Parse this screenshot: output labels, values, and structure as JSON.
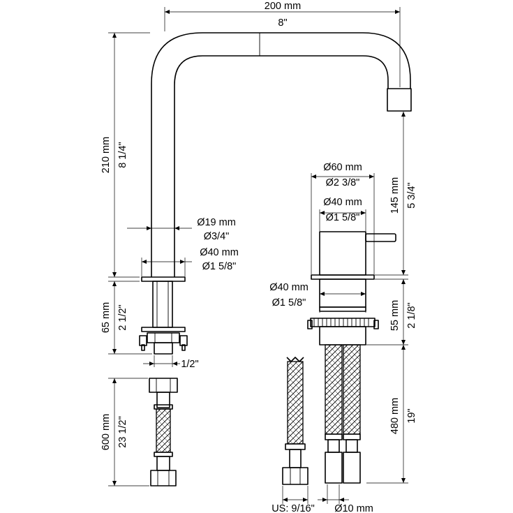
{
  "labels": {
    "overall_width_mm": "200 mm",
    "overall_width_in": "8\"",
    "overall_height_mm": "210 mm",
    "overall_height_in": "8 1/4\"",
    "spout_tube_dia_mm": "Ø19 mm",
    "spout_tube_dia_in": "Ø3/4\"",
    "spout_base_dia_mm": "Ø40 mm",
    "spout_base_dia_in": "Ø1 5/8\"",
    "spout_mount_height_mm": "65 mm",
    "spout_mount_height_in": "2 1/2\"",
    "spout_thread": "1/2\"",
    "hose_length_left_mm": "600 mm",
    "hose_length_left_in": "23 1/2\"",
    "mixer_flange_dia_mm": "Ø60 mm",
    "mixer_flange_dia_in": "Ø2 3/8\"",
    "mixer_body_dia_mm": "Ø40 mm",
    "mixer_body_dia_in": "Ø1 5/8\"",
    "mixer_height_mm": "145 mm",
    "mixer_height_in": "5 3/4\"",
    "mixer_base_dia_mm": "Ø40 mm",
    "mixer_base_dia_in": "Ø1 5/8\"",
    "mixer_mount_height_mm": "55 mm",
    "mixer_mount_height_in": "2 1/8\"",
    "hose_length_right_mm": "480 mm",
    "hose_length_right_in": "19\"",
    "hose_nut_us": "US: 9/16\"",
    "hose_dia_mm": "Ø10 mm"
  }
}
